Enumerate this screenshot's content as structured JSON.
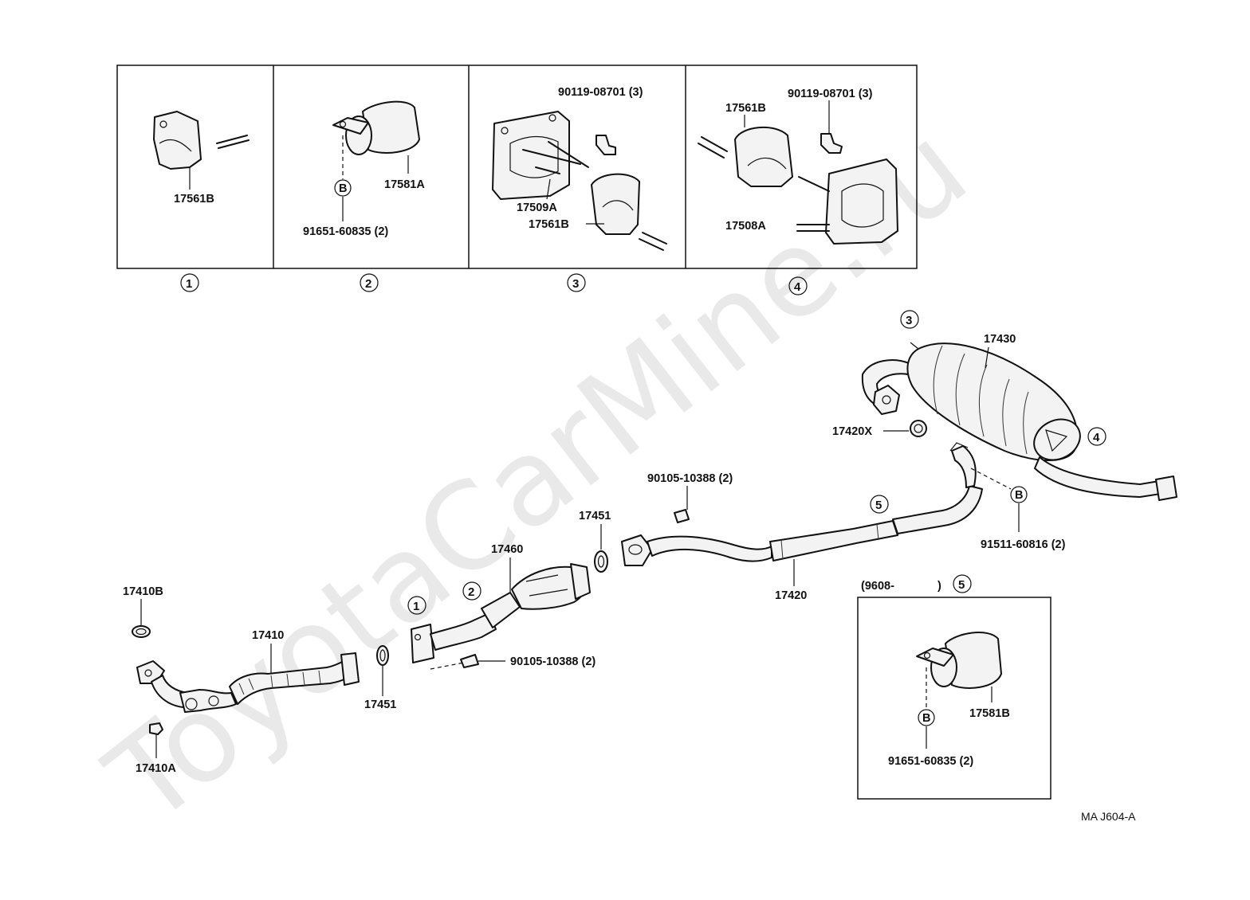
{
  "watermark": "ToyotaCarMine.ru",
  "diagram_code": "MA  J604-A",
  "panel_numbers": [
    "1",
    "2",
    "3",
    "4",
    "5"
  ],
  "panels": {
    "p1": {
      "labels": [
        "17561B"
      ]
    },
    "p2": {
      "labels": [
        "17581A",
        "91651-60835 (2)"
      ],
      "circle_b": "B"
    },
    "p3": {
      "labels": [
        "90119-08701 (3)",
        "17509A",
        "17561B"
      ]
    },
    "p4": {
      "labels": [
        "17561B",
        "90119-08701 (3)",
        "17508A"
      ]
    },
    "p5": {
      "date": "(9608-",
      "date_close": ")",
      "labels": [
        "17581B",
        "91651-60835 (2)"
      ],
      "circle_b": "B"
    }
  },
  "parts": {
    "p17410B": "17410B",
    "p17410": "17410",
    "p17410A": "17410A",
    "p17451a": "17451",
    "p17451b": "17451",
    "p17460": "17460",
    "p90105a": "90105-10388 (2)",
    "p90105b": "90105-10388 (2)",
    "p17420": "17420",
    "p17420X": "17420X",
    "p17430": "17430",
    "p91511": "91511-60816 (2)",
    "circle_b": "B"
  }
}
